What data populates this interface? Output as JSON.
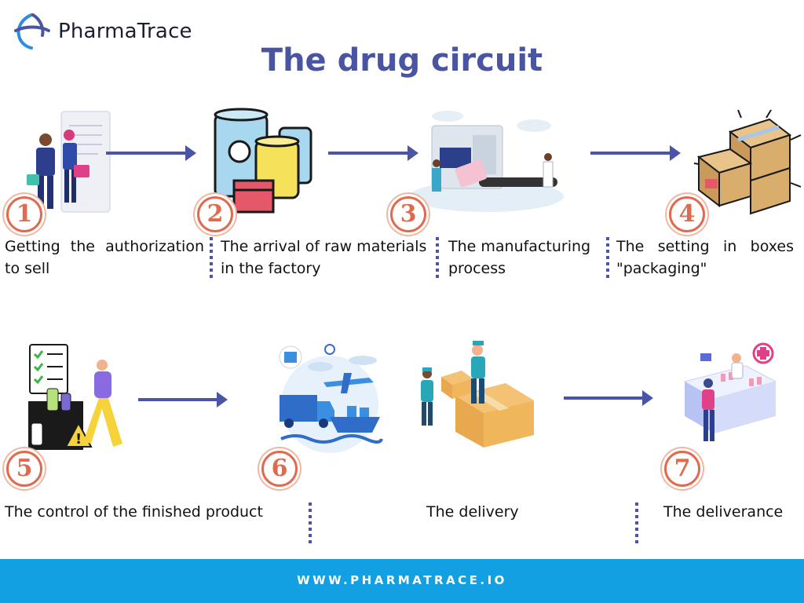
{
  "brand": {
    "name": "PharmaTrace",
    "logo_icon": "pharmatrace-logo-icon"
  },
  "title": "The drug circuit",
  "steps": [
    {
      "number": "1",
      "label": "Getting the authorization to sell"
    },
    {
      "number": "2",
      "label": "The arrival of raw materials in the factory"
    },
    {
      "number": "3",
      "label": "The manufacturing process"
    },
    {
      "number": "4",
      "label": "The setting in boxes \"packaging\""
    },
    {
      "number": "5",
      "label": "The control of the finished product"
    },
    {
      "number": "6",
      "label": "The delivery"
    },
    {
      "number": "7",
      "label": "The deliverance"
    }
  ],
  "colors": {
    "title": "#4a55a2",
    "arrow": "#4b55a8",
    "badge": "#e06a4e",
    "footer": "#12a0e2"
  },
  "footer": {
    "url": "WWW.PHARMATRACE.IO"
  }
}
